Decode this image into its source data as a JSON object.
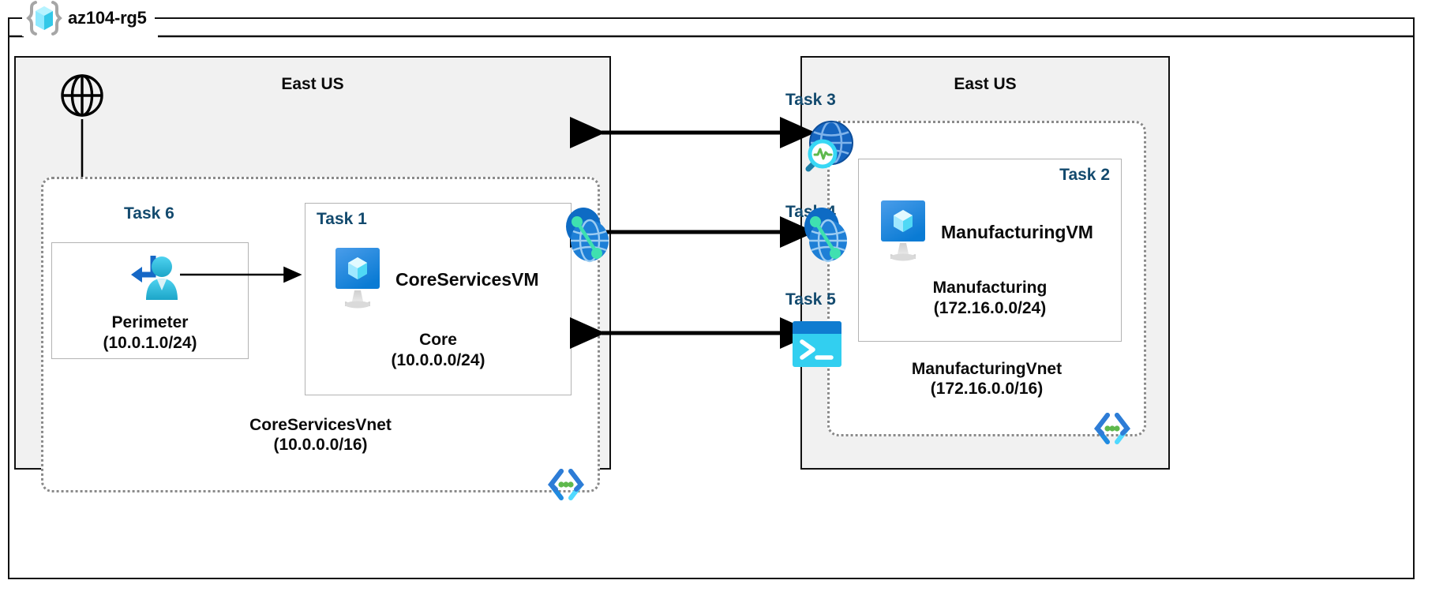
{
  "resource_group": {
    "name": "az104-rg5",
    "icon": "resource-group-cube-icon"
  },
  "regions": [
    {
      "id": "left",
      "label": "East US"
    },
    {
      "id": "right",
      "label": "East US"
    }
  ],
  "vnets": [
    {
      "id": "coreservices",
      "name": "CoreServicesVnet",
      "cidr": "(10.0.0.0/16)",
      "badge_icon": "subnet-chevrons-icon"
    },
    {
      "id": "manufacturing",
      "name": "ManufacturingVnet",
      "cidr": "(172.16.0.0/16)",
      "badge_icon": "subnet-chevrons-icon"
    }
  ],
  "subnets": [
    {
      "id": "perimeter",
      "task": "Task 6",
      "name": "Perimeter",
      "cidr": "(10.0.1.0/24)",
      "icon": "user-access-icon"
    },
    {
      "id": "core",
      "task": "Task 1",
      "name": "Core",
      "cidr": "(10.0.0.0/24)",
      "vm": "CoreServicesVM",
      "icon": "virtual-machine-icon"
    },
    {
      "id": "manufacturing",
      "task": "Task 2",
      "name": "Manufacturing",
      "cidr": "(172.16.0.0/24)",
      "vm": "ManufacturingVM",
      "icon": "virtual-machine-icon"
    }
  ],
  "center_tasks": [
    {
      "id": "task3",
      "label": "Task 3",
      "icon": "network-watcher-icon"
    },
    {
      "id": "task4",
      "label": "Task 4",
      "icon": "vnet-peering-icon"
    },
    {
      "id": "task5",
      "label": "Task 5",
      "icon": "cloud-shell-icon"
    }
  ],
  "internet": {
    "icon": "globe-internet-icon"
  },
  "colors": {
    "task_label": "#134A6E",
    "region_fill": "#f1f1f1",
    "region_border": "#111111",
    "vnet_border": "#8a8a8a",
    "subnet_border": "#b3b3b3",
    "azure_blue": "#0078D4",
    "azure_cyan": "#50E6FF",
    "accent_green": "#5FB94D",
    "arrow": "#000000"
  }
}
